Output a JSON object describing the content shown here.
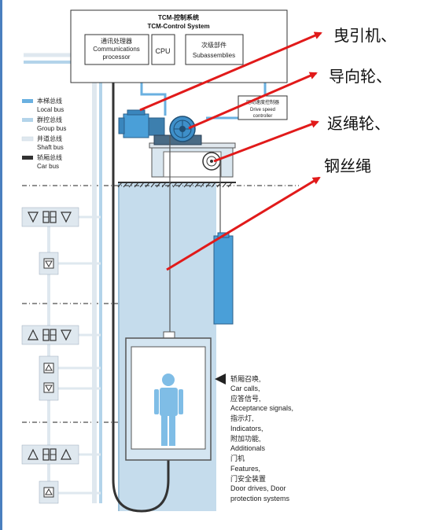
{
  "control_system": {
    "title_cn": "TCM-控制系统",
    "title_en": "TCM-Control System",
    "comm_cn": "通讯处理器",
    "comm_en1": "Communications",
    "comm_en2": "processor",
    "cpu": "CPU",
    "sub_cn": "次级部件",
    "sub_en": "Subassemblies"
  },
  "drive_controller": {
    "cn": "驱动速度控制器",
    "en1": "Drive speed",
    "en2": "controller"
  },
  "legend": [
    {
      "cn": "本梯总线",
      "en": "Local bus",
      "color": "#6ab0e0"
    },
    {
      "cn": "群控总线",
      "en": "Group bus",
      "color": "#b3d4ea"
    },
    {
      "cn": "井道总线",
      "en": "Shaft bus",
      "color": "#dfe8ef"
    },
    {
      "cn": "轿厢总线",
      "en": "Car bus",
      "color": "#333333"
    }
  ],
  "callouts": [
    {
      "text": "曳引机、"
    },
    {
      "text": "导向轮、"
    },
    {
      "text": "返绳轮、"
    },
    {
      "text": "钢丝绳"
    }
  ],
  "car_features": {
    "l1": "轿厢召唤,",
    "l2": "Car calls,",
    "l3": "应答信号,",
    "l4": "Acceptance signals,",
    "l5": "指示灯,",
    "l6": "Indicators,",
    "l7": "附加功能,",
    "l8": "Additionals",
    "l9": "门机",
    "l10": "Features,",
    "l11": "门安全装置",
    "l12": "Door drives, Door",
    "l13": "protection systems"
  },
  "colors": {
    "local_bus": "#6ab0e0",
    "group_bus": "#b3d4ea",
    "shaft_bus": "#dfe8ef",
    "car_bus": "#333333",
    "arrow": "#e11a1a",
    "shaft_fill": "#c5dcec",
    "person": "#7fbde6",
    "machine": "#4a9fd8"
  }
}
